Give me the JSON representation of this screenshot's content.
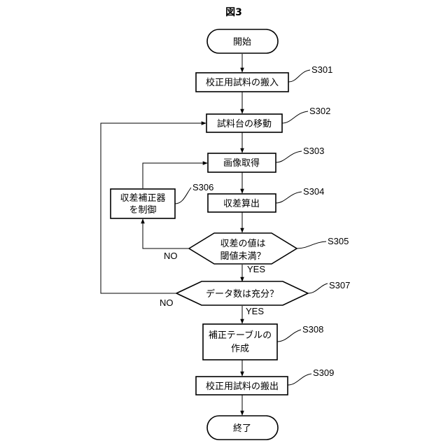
{
  "figure": {
    "title": "図3"
  },
  "nodes": {
    "start": {
      "text": "開始"
    },
    "s301": {
      "text": "校正用試料の搬入",
      "step": "S301"
    },
    "s302": {
      "text": "試料台の移動",
      "step": "S302"
    },
    "s303": {
      "text": "画像取得",
      "step": "S303"
    },
    "s304": {
      "text": "収差算出",
      "step": "S304"
    },
    "s305": {
      "line1": "収差の値は",
      "line2": "閾値未満？",
      "step": "S305",
      "yes": "YES",
      "no": "NO"
    },
    "s306": {
      "line1": "収差補正器",
      "line2": "を制御",
      "step": "S306"
    },
    "s307": {
      "text": "データ数は充分？",
      "step": "S307",
      "yes": "YES",
      "no": "NO"
    },
    "s308": {
      "line1": "補正テーブルの",
      "line2": "作成",
      "step": "S308"
    },
    "s309": {
      "text": "校正用試料の搬出",
      "step": "S309"
    },
    "end": {
      "text": "終了"
    }
  }
}
